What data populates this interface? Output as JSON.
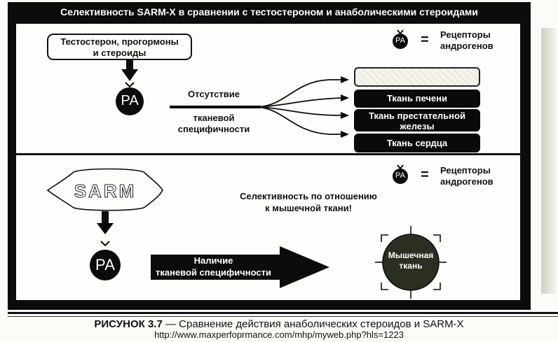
{
  "header": {
    "title": "Селективность SARM-X в сравнении с тестостероном и анаболическими стероидами"
  },
  "top_panel": {
    "source_label_line1": "Тестостерон, прогормоны",
    "source_label_line2": "и стероиды",
    "receptor_label": "РА",
    "pathway_label_above": "Отсутствие",
    "pathway_label_below_line1": "тканевой",
    "pathway_label_below_line2": "специфичности",
    "targets": [
      {
        "label": ""
      },
      {
        "label": "Ткань печени"
      },
      {
        "label_line1": "Ткань престательной",
        "label_line2": "железы"
      },
      {
        "label": "Ткань сердца"
      }
    ],
    "legend": {
      "symbol": "РА",
      "equals": "=",
      "text_line1": "Рецепторы",
      "text_line2": "андрогенов"
    }
  },
  "bottom_panel": {
    "source_label": "SARM",
    "receptor_label": "РА",
    "selectivity_line1": "Селективность по отношению",
    "selectivity_line2": "к мышечной ткани!",
    "arrow_label_line1": "Наличие",
    "arrow_label_line2": "тканевой специфичности",
    "target_line1": "Мышечная",
    "target_line2": "ткань",
    "legend": {
      "symbol": "РА",
      "equals": "=",
      "text_line1": "Рецепторы",
      "text_line2": "андрогенов"
    }
  },
  "caption": {
    "figure_label": "РИСУНОК 3.7",
    "text": " — Сравнение действия анаболических стероидов и SARM-X",
    "url": "http://www.maxperfoprmance.com/mhp/myweb.php?hls=1223"
  },
  "colors": {
    "frame": "#0c0c0c",
    "panel": "#fdfdfc",
    "target_fill": "#2a2f22"
  }
}
